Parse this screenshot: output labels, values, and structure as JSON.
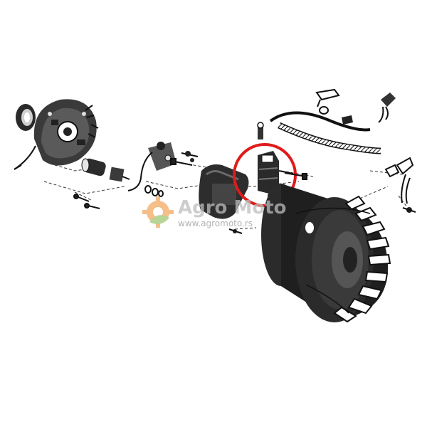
{
  "diagram": {
    "parts": [
      {
        "id": "ignition-backplate",
        "label": ""
      },
      {
        "id": "felt-seal",
        "label": ""
      },
      {
        "id": "contact-breaker",
        "label": ""
      },
      {
        "id": "condenser",
        "label": ""
      },
      {
        "id": "ignition-coil",
        "label": ""
      },
      {
        "id": "highlighted-part",
        "label": ""
      },
      {
        "id": "flywheel",
        "label": ""
      },
      {
        "id": "hv-cable",
        "label": ""
      },
      {
        "id": "spark-plug-cap",
        "label": ""
      },
      {
        "id": "kill-switch-bracket",
        "label": ""
      }
    ],
    "highlight_color": "#e01b1b",
    "line_color": "#1a1a1a"
  },
  "watermark": {
    "brand": "Agro Moto",
    "url": "www.agromoto.rs",
    "gear_color": "#f08a2a",
    "leaf_color": "#7cb342"
  }
}
